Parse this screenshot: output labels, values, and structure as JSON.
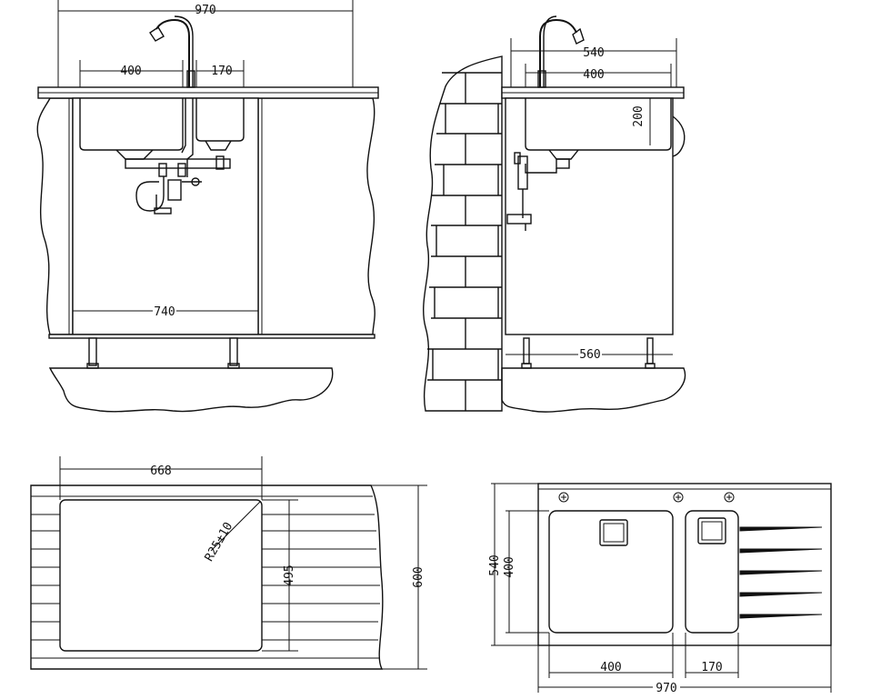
{
  "front_view": {
    "dim_total": "970",
    "dim_large_bowl": "400",
    "dim_small_bowl": "170",
    "dim_cabinet": "740"
  },
  "side_view": {
    "dim_depth": "540",
    "dim_bowl": "400",
    "dim_bowl_height": "200",
    "dim_base": "560"
  },
  "cutout_view": {
    "dim_cutout_width": "668",
    "dim_radius": "R25±10",
    "dim_cutout_depth": "495",
    "dim_worktop_depth": "600"
  },
  "top_view": {
    "dim_depth_outer": "540",
    "dim_depth_inner": "400",
    "dim_large_bowl": "400",
    "dim_small_bowl": "170",
    "dim_total": "970"
  },
  "colors": {
    "line": "#111111",
    "background": "#ffffff"
  }
}
